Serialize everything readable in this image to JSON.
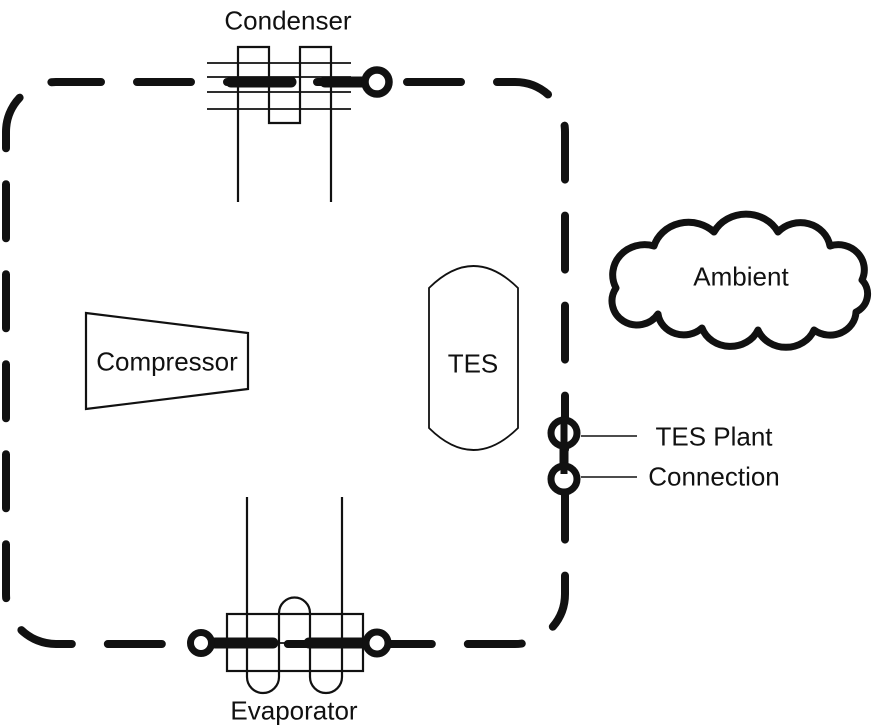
{
  "colors": {
    "line": "#111111",
    "background": "#ffffff"
  },
  "labels": {
    "condenser": "Condenser",
    "compressor": "Compressor",
    "tes": "TES",
    "evaporator": "Evaporator",
    "ambient": "Ambient",
    "tes_plant_line1": "TES Plant",
    "tes_plant_line2": "Connection"
  },
  "components": [
    {
      "name": "system-boundary",
      "kind": "dashed-boundary"
    },
    {
      "name": "condenser",
      "kind": "heat-exchanger-coil"
    },
    {
      "name": "compressor",
      "kind": "trapezoid-symbol"
    },
    {
      "name": "tes",
      "kind": "storage-tank"
    },
    {
      "name": "evaporator",
      "kind": "heat-exchanger-coil"
    },
    {
      "name": "ambient",
      "kind": "cloud"
    },
    {
      "name": "tes-plant-connection",
      "kind": "port-connectors"
    }
  ]
}
